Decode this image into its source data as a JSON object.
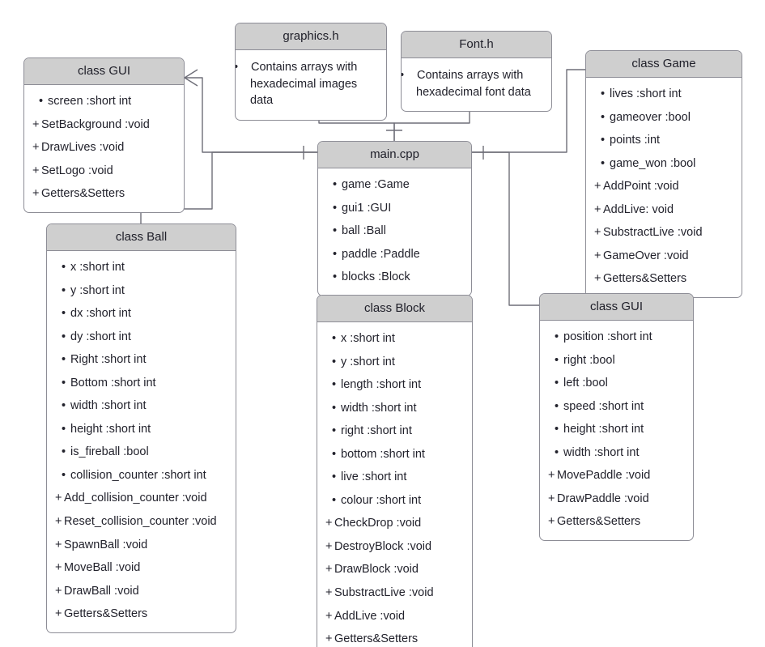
{
  "diagram": {
    "title": "UML class diagram",
    "colors": {
      "header_fill": "#cfcfcf",
      "box_fill": "#ffffff",
      "border": "#8d8d96",
      "text": "#22222c",
      "wire": "#6e6e78"
    }
  },
  "boxes": [
    {
      "id": "gui-left",
      "name": "class GUI",
      "title": "class GUI",
      "rows": [
        {
          "sym": "•",
          "text": "screen :short int",
          "kind": "attr"
        },
        {
          "sym": "+",
          "text": "SetBackground :void",
          "kind": "op"
        },
        {
          "sym": "+",
          "text": "DrawLives :void",
          "kind": "op"
        },
        {
          "sym": "+",
          "text": "SetLogo :void",
          "kind": "op"
        },
        {
          "sym": "+",
          "text": "Getters&Setters",
          "kind": "op"
        }
      ]
    },
    {
      "id": "graphics-h",
      "name": "graphics.h",
      "title": "graphics.h",
      "rows": [
        {
          "sym": "•",
          "text": "Contains arrays with hexadecimal images data",
          "kind": "note"
        }
      ]
    },
    {
      "id": "font-h",
      "name": "Font.h",
      "title": "Font.h",
      "rows": [
        {
          "sym": "•",
          "text": "Contains arrays with hexadecimal font data",
          "kind": "note"
        }
      ]
    },
    {
      "id": "game",
      "name": "class Game",
      "title": "class Game",
      "rows": [
        {
          "sym": "•",
          "text": "lives :short int",
          "kind": "attr"
        },
        {
          "sym": "•",
          "text": "gameover :bool",
          "kind": "attr"
        },
        {
          "sym": "•",
          "text": "points :int",
          "kind": "attr"
        },
        {
          "sym": "•",
          "text": "game_won :bool",
          "kind": "attr"
        },
        {
          "sym": "+",
          "text": "AddPoint :void",
          "kind": "op"
        },
        {
          "sym": "+",
          "text": "AddLive: void",
          "kind": "op"
        },
        {
          "sym": "+",
          "text": "SubstractLive :void",
          "kind": "op"
        },
        {
          "sym": "+",
          "text": "GameOver :void",
          "kind": "op"
        },
        {
          "sym": "+",
          "text": "Getters&Setters",
          "kind": "op"
        }
      ]
    },
    {
      "id": "main-cpp",
      "name": "main.cpp",
      "title": "main.cpp",
      "rows": [
        {
          "sym": "•",
          "text": "game :Game",
          "kind": "attr"
        },
        {
          "sym": "•",
          "text": "gui1 :GUI",
          "kind": "attr"
        },
        {
          "sym": "•",
          "text": "ball :Ball",
          "kind": "attr"
        },
        {
          "sym": "•",
          "text": "paddle :Paddle",
          "kind": "attr"
        },
        {
          "sym": "•",
          "text": "blocks :Block",
          "kind": "attr"
        }
      ]
    },
    {
      "id": "ball",
      "name": "class Ball",
      "title": "class Ball",
      "rows": [
        {
          "sym": "•",
          "text": "x :short int",
          "kind": "attr"
        },
        {
          "sym": "•",
          "text": "y :short int",
          "kind": "attr"
        },
        {
          "sym": "•",
          "text": "dx :short int",
          "kind": "attr"
        },
        {
          "sym": "•",
          "text": "dy :short int",
          "kind": "attr"
        },
        {
          "sym": "•",
          "text": "Right :short int",
          "kind": "attr"
        },
        {
          "sym": "•",
          "text": "Bottom :short int",
          "kind": "attr"
        },
        {
          "sym": "•",
          "text": "width :short int",
          "kind": "attr"
        },
        {
          "sym": "•",
          "text": "height :short int",
          "kind": "attr"
        },
        {
          "sym": "•",
          "text": "is_fireball :bool",
          "kind": "attr"
        },
        {
          "sym": "•",
          "text": "collision_counter :short int",
          "kind": "attr"
        },
        {
          "sym": "+",
          "text": "Add_collision_counter :void",
          "kind": "op"
        },
        {
          "sym": "+",
          "text": "Reset_collision_counter :void",
          "kind": "op"
        },
        {
          "sym": "+",
          "text": "SpawnBall :void",
          "kind": "op"
        },
        {
          "sym": "+",
          "text": "MoveBall :void",
          "kind": "op"
        },
        {
          "sym": "+",
          "text": "DrawBall :void",
          "kind": "op"
        },
        {
          "sym": "+",
          "text": "Getters&Setters",
          "kind": "op"
        }
      ]
    },
    {
      "id": "block",
      "name": "class Block",
      "title": "class Block",
      "rows": [
        {
          "sym": "•",
          "text": "x :short int",
          "kind": "attr"
        },
        {
          "sym": "•",
          "text": "y :short int",
          "kind": "attr"
        },
        {
          "sym": "•",
          "text": "length :short int",
          "kind": "attr"
        },
        {
          "sym": "•",
          "text": "width :short int",
          "kind": "attr"
        },
        {
          "sym": "•",
          "text": "right :short int",
          "kind": "attr"
        },
        {
          "sym": "•",
          "text": "bottom :short int",
          "kind": "attr"
        },
        {
          "sym": "•",
          "text": "live :short int",
          "kind": "attr"
        },
        {
          "sym": "•",
          "text": "colour :short int",
          "kind": "attr"
        },
        {
          "sym": "+",
          "text": "CheckDrop :void",
          "kind": "op"
        },
        {
          "sym": "+",
          "text": "DestroyBlock :void",
          "kind": "op"
        },
        {
          "sym": "+",
          "text": "DrawBlock :void",
          "kind": "op"
        },
        {
          "sym": "+",
          "text": "SubstractLive :void",
          "kind": "op"
        },
        {
          "sym": "+",
          "text": "AddLive :void",
          "kind": "op"
        },
        {
          "sym": "+",
          "text": "Getters&Setters",
          "kind": "op"
        }
      ]
    },
    {
      "id": "gui-right",
      "name": "class GUI",
      "title": "class GUI",
      "rows": [
        {
          "sym": "•",
          "text": "position :short int",
          "kind": "attr"
        },
        {
          "sym": "•",
          "text": "right :bool",
          "kind": "attr"
        },
        {
          "sym": "•",
          "text": "left :bool",
          "kind": "attr"
        },
        {
          "sym": "•",
          "text": "speed :short int",
          "kind": "attr"
        },
        {
          "sym": "•",
          "text": "height :short int",
          "kind": "attr"
        },
        {
          "sym": "•",
          "text": "width :short int",
          "kind": "attr"
        },
        {
          "sym": "+",
          "text": "MovePaddle :void",
          "kind": "op"
        },
        {
          "sym": "+",
          "text": "DrawPaddle :void",
          "kind": "op"
        },
        {
          "sym": "+",
          "text": "Getters&Setters",
          "kind": "op"
        }
      ]
    }
  ]
}
